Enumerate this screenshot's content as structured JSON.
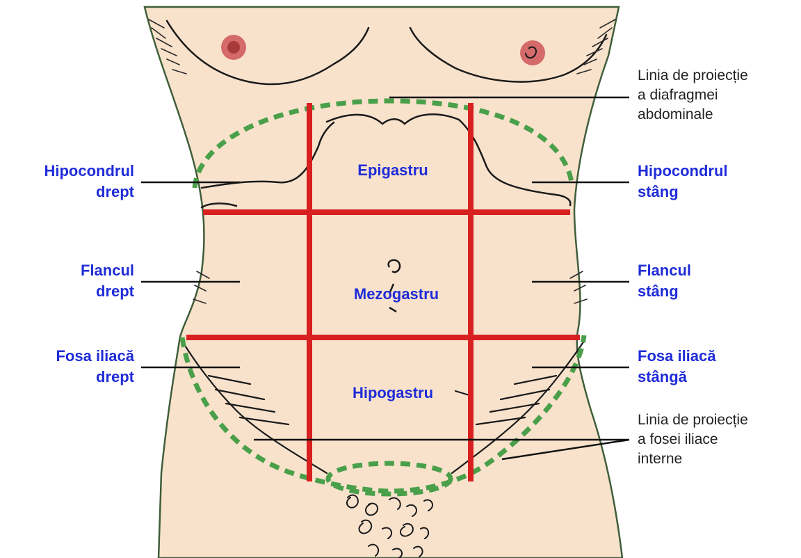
{
  "colors": {
    "skin": "#f9e2cc",
    "outline": "#1a1a1a",
    "body_edge": "#3f5e3a",
    "grid": "#d82020",
    "projection": "#4aa04a",
    "label": "#1f2cd8",
    "note": "#222222",
    "nipple": "#d46a6a"
  },
  "regions": {
    "epigastric": "Epigastru",
    "umbilical": "Mezogastru",
    "hypogastric": "Hipogastru"
  },
  "left_labels": {
    "hypochondrium": [
      "Hipocondrul",
      "drept"
    ],
    "flank": [
      "Flancul",
      "drept"
    ],
    "iliac_fossa": [
      "Fosa iliacă",
      "drept"
    ]
  },
  "right_labels": {
    "hypochondrium": [
      "Hipocondrul",
      "stâng"
    ],
    "flank": [
      "Flancul",
      "stâng"
    ],
    "iliac_fossa": [
      "Fosa iliacă",
      "stângă"
    ]
  },
  "notes": {
    "diaphragm": [
      "Linia de proiecție",
      "a diafragmei",
      "abdominale"
    ],
    "iliac": [
      "Linia de proiecție",
      "a fosei iliace",
      "interne"
    ]
  }
}
